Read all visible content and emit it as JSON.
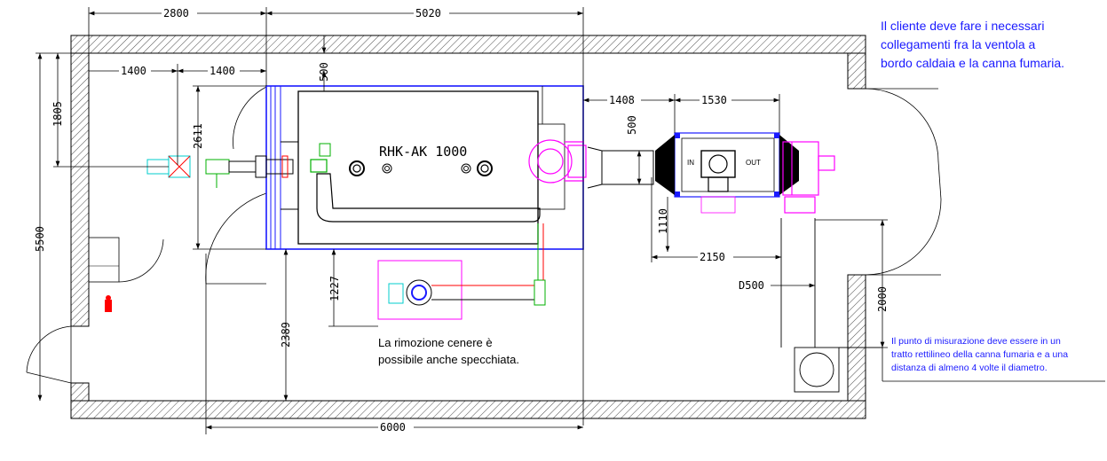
{
  "dimensions": {
    "d2800": "2800",
    "d5020": "5020",
    "d1400a": "1400",
    "d1400b": "1400",
    "d500top": "500",
    "d1805": "1805",
    "d2611": "2611",
    "d5500": "5500",
    "d1408": "1408",
    "d1530": "1530",
    "d500right": "500",
    "d1110": "1110",
    "d2150": "2150",
    "d1227": "1227",
    "d2389": "2389",
    "d6000": "6000",
    "d2000": "2000",
    "dD500": "D500"
  },
  "labels": {
    "boiler_model": "RHK-AK 1000",
    "filter_in": "IN",
    "filter_out": "OUT"
  },
  "notes": {
    "client_note_line1": "Il cliente deve fare i necessari",
    "client_note_line2": "collegamenti fra la ventola a",
    "client_note_line3": "bordo caldaia e la canna fumaria.",
    "ash_note_line1": "La rimozione cenere è",
    "ash_note_line2": "possibile anche specchiata.",
    "measure_note_line1": "Il punto di misurazione deve essere in un",
    "measure_note_line2": "tratto rettilineo della canna fumaria e a una",
    "measure_note_line3": "distanza di almeno 4 volte il diametro."
  },
  "colors": {
    "wall": "#000000",
    "boiler_outline": "#1a1aff",
    "fan": "#ff00ff",
    "feeder": "#00cccc",
    "green_pipe": "#00b000",
    "red_pipe": "#ff0000",
    "note_blue": "#1a1aff"
  }
}
